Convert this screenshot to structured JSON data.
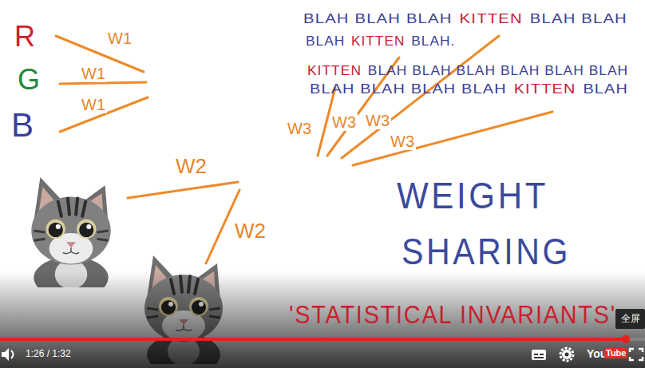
{
  "diagram": {
    "labels": [
      "R",
      "G",
      "B",
      "W1",
      "W1",
      "W1",
      "W2",
      "W2",
      "BLAH BLAH BLAH",
      "KITTEN",
      "BLAH BLAH",
      "BLAH",
      "KITTEN",
      "BLAH.",
      "KITTEN",
      "BLAH BLAH BLAH BLAH BLAH BLAH",
      "BLAH BLAH BLAH BLAH",
      "KITTEN",
      "BLAH",
      "W3",
      "W3",
      "W3",
      "W3",
      "WEIGHT",
      "SHARING",
      "'STATISTICAL INVARIANTS'",
      "1:26 / 1:32",
      "You",
      "Tube",
      "全屏"
    ]
  }
}
